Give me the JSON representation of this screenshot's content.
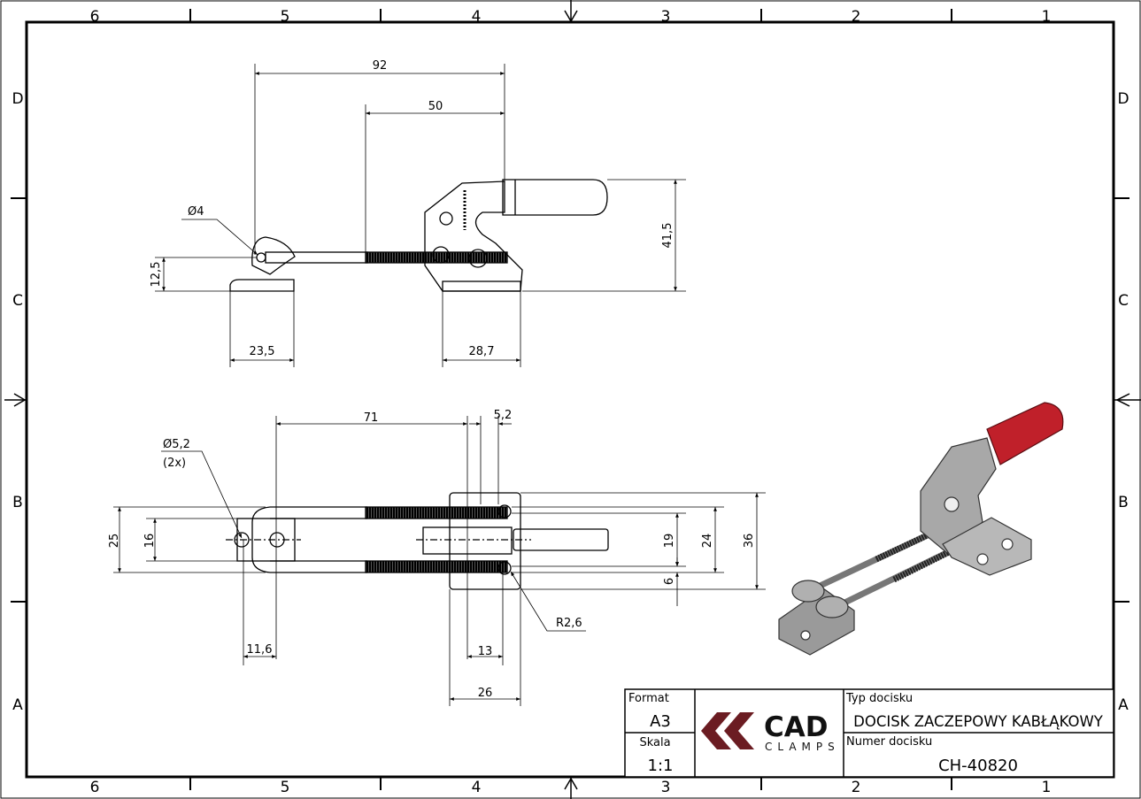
{
  "frame": {
    "columns": [
      "6",
      "5",
      "4",
      "3",
      "2",
      "1"
    ],
    "rows": [
      "D",
      "C",
      "B",
      "A"
    ]
  },
  "side_view": {
    "dims": {
      "d92": "92",
      "d50": "50",
      "d41_5": "41,5",
      "d12_5": "12,5",
      "d23_5": "23,5",
      "d28_7": "28,7",
      "hole": "Ø4"
    }
  },
  "top_view": {
    "dims": {
      "d71": "71",
      "d5_2": "5,2",
      "d25": "25",
      "d16": "16",
      "d19": "19",
      "d24": "24",
      "d36": "36",
      "d6": "6",
      "d11_6": "11,6",
      "d13": "13",
      "d26": "26",
      "hole": "Ø5,2",
      "hole_count": "(2x)",
      "radius": "R2,6"
    }
  },
  "title_block": {
    "format_label": "Format",
    "format_value": "A3",
    "scale_label": "Skala",
    "scale_value": "1:1",
    "logo_main": "CAD",
    "logo_sub": "CLAMPS",
    "type_label": "Typ docisku",
    "type_value": "DOCISK ZACZEPOWY KABŁĄKOWY",
    "number_label": "Numer docisku",
    "number_value": "CH-40820"
  },
  "colors": {
    "line": "#000000",
    "logo": "#6b1c22",
    "handle": "#c0202a",
    "body": "#a9a9a9"
  }
}
